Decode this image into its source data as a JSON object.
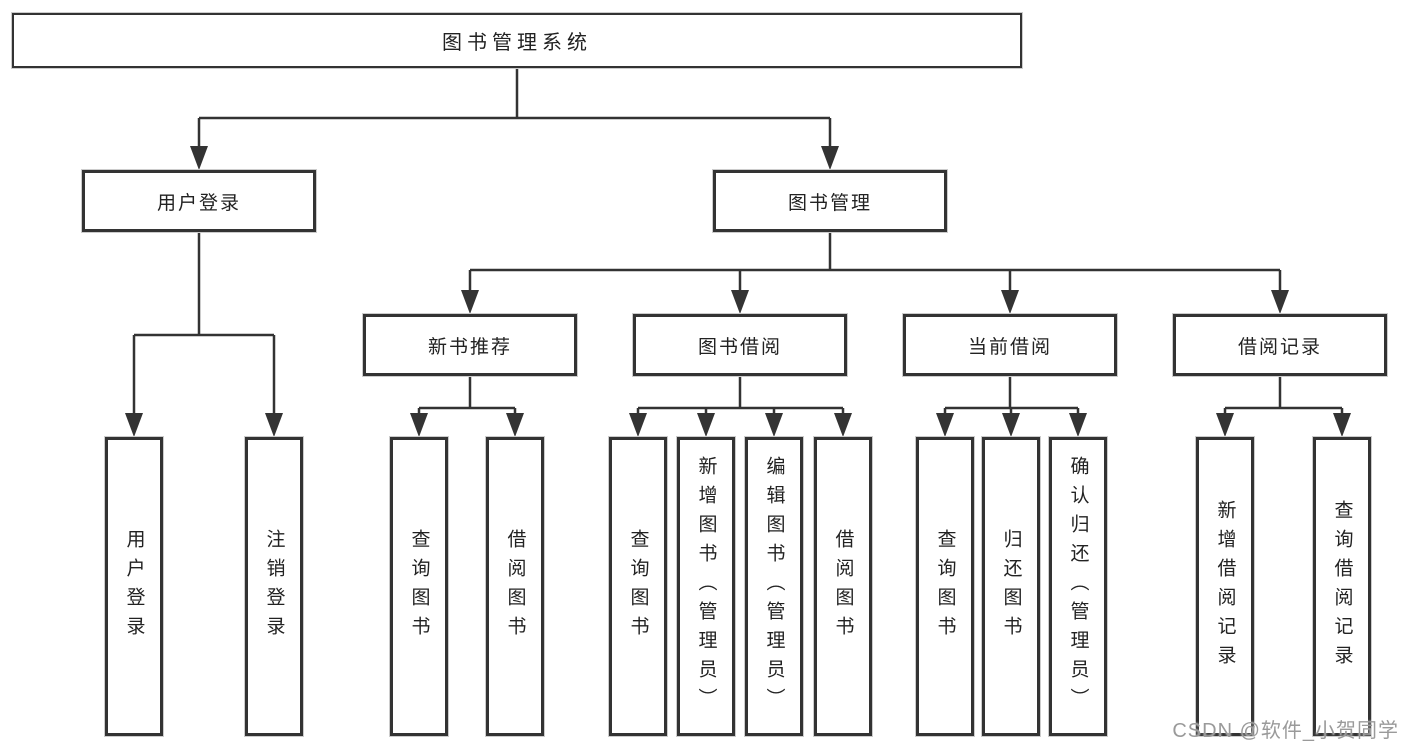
{
  "tree": {
    "root": {
      "label": "图书管理系统"
    },
    "branches": [
      {
        "label": "用户登录",
        "children": [
          {
            "label": "用户登录"
          },
          {
            "label": "注销登录"
          }
        ]
      },
      {
        "label": "图书管理",
        "groups": [
          {
            "label": "新书推荐",
            "children": [
              {
                "label": "查询图书"
              },
              {
                "label": "借阅图书"
              }
            ]
          },
          {
            "label": "图书借阅",
            "children": [
              {
                "label": "查询图书"
              },
              {
                "label": "新增图书（管理员）"
              },
              {
                "label": "编辑图书（管理员）"
              },
              {
                "label": "借阅图书"
              }
            ]
          },
          {
            "label": "当前借阅",
            "children": [
              {
                "label": "查询图书"
              },
              {
                "label": "归还图书"
              },
              {
                "label": "确认归还（管理员）"
              }
            ]
          },
          {
            "label": "借阅记录",
            "children": [
              {
                "label": "新增借阅记录"
              },
              {
                "label": "查询借阅记录"
              }
            ]
          }
        ]
      }
    ]
  },
  "watermark": {
    "text": "CSDN @软件_小贺同学",
    "color": "#9a9a9a"
  },
  "colors": {
    "line": "#333333",
    "box_border": "#333333",
    "box_fill": "#ffffff",
    "text": "#222222",
    "background": "#ffffff"
  }
}
